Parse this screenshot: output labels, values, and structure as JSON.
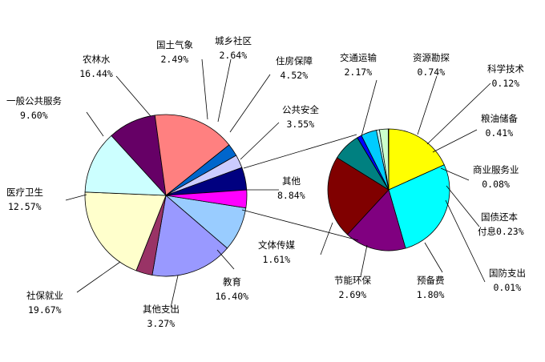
{
  "chart_data": [
    {
      "type": "pie",
      "title": "",
      "slices": [
        {
          "label": "其他",
          "value": "8.84%",
          "pct": 8.84,
          "color": "#99ccff"
        },
        {
          "label": "教育",
          "value": "16.40%",
          "pct": 16.4,
          "color": "#9999ff"
        },
        {
          "label": "其他支出",
          "value": "3.27%",
          "pct": 3.27,
          "color": "#993366"
        },
        {
          "label": "社保就业",
          "value": "19.67%",
          "pct": 19.67,
          "color": "#ffffcc"
        },
        {
          "label": "医疗卫生",
          "value": "12.57%",
          "pct": 12.57,
          "color": "#ccffff"
        },
        {
          "label": "一般公共服务",
          "value": "9.60%",
          "pct": 9.6,
          "color": "#660066"
        },
        {
          "label": "农林水",
          "value": "16.44%",
          "pct": 16.44,
          "color": "#ff8080"
        },
        {
          "label": "国土气象",
          "value": "2.49%",
          "pct": 2.49,
          "color": "#0066cc"
        },
        {
          "label": "城乡社区",
          "value": "2.64%",
          "pct": 2.64,
          "color": "#ccccff"
        },
        {
          "label": "住房保障",
          "value": "4.52%",
          "pct": 4.52,
          "color": "#000080"
        },
        {
          "label": "公共安全",
          "value": "3.55%",
          "pct": 3.55,
          "color": "#ff00ff"
        }
      ]
    },
    {
      "type": "pie",
      "title": "",
      "slices": [
        {
          "label": "预备费",
          "value": "1.80%",
          "pct": 1.8,
          "color": "#ffff00"
        },
        {
          "label": "节能环保",
          "value": "2.69%",
          "pct": 2.69,
          "color": "#00ffff"
        },
        {
          "label": "文体传媒",
          "value": "1.61%",
          "pct": 1.61,
          "color": "#800080"
        },
        {
          "label": "交通运输",
          "value": "2.17%",
          "pct": 2.17,
          "color": "#800000"
        },
        {
          "label": "资源勘探",
          "value": "0.74%",
          "pct": 0.74,
          "color": "#008080"
        },
        {
          "label": "科学技术",
          "value": "0.12%",
          "pct": 0.12,
          "color": "#0000ff"
        },
        {
          "label": "粮油储备",
          "value": "0.41%",
          "pct": 0.41,
          "color": "#00ccff"
        },
        {
          "label": "商业服务业",
          "value": "0.08%",
          "pct": 0.08,
          "color": "#ccffff"
        },
        {
          "label": "国债还本付息",
          "value": "0.23%",
          "pct": 0.23,
          "color": "#ccffcc"
        },
        {
          "label": "国防支出",
          "value": "0.01%",
          "pct": 0.01,
          "color": "#ffff99"
        }
      ]
    }
  ]
}
